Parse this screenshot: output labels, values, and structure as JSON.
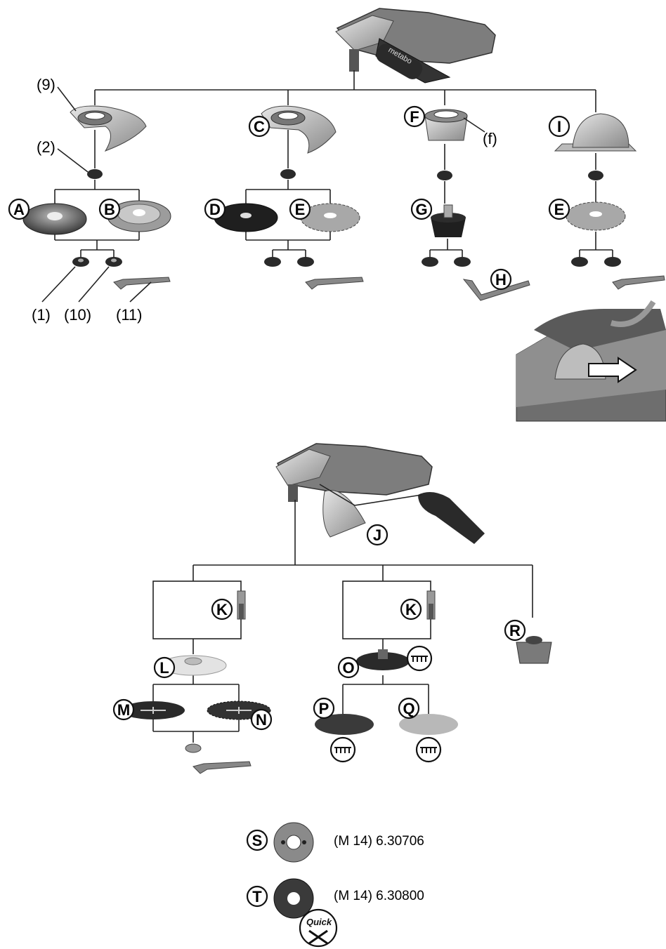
{
  "labels": {
    "A": "A",
    "B": "B",
    "C": "C",
    "D": "D",
    "E": "E",
    "F": "F",
    "G": "G",
    "H": "H",
    "I": "I",
    "J": "J",
    "K": "K",
    "L": "L",
    "M": "M",
    "N": "N",
    "O": "O",
    "P": "P",
    "Q": "Q",
    "R": "R",
    "S": "S",
    "T": "T"
  },
  "callouts": {
    "n9": "(9)",
    "n2": "(2)",
    "f": "(f)",
    "n1": "(1)",
    "n10": "(10)",
    "n11": "(11)"
  },
  "product_codes": {
    "S": "(M 14) 6.30706",
    "T": "(M 14) 6.30800"
  },
  "brand_text": "metabo",
  "quick_text": "Quick",
  "colors": {
    "tool_body": "#9a9a9a",
    "dark_part": "#2a2a2a",
    "line": "#222222"
  }
}
